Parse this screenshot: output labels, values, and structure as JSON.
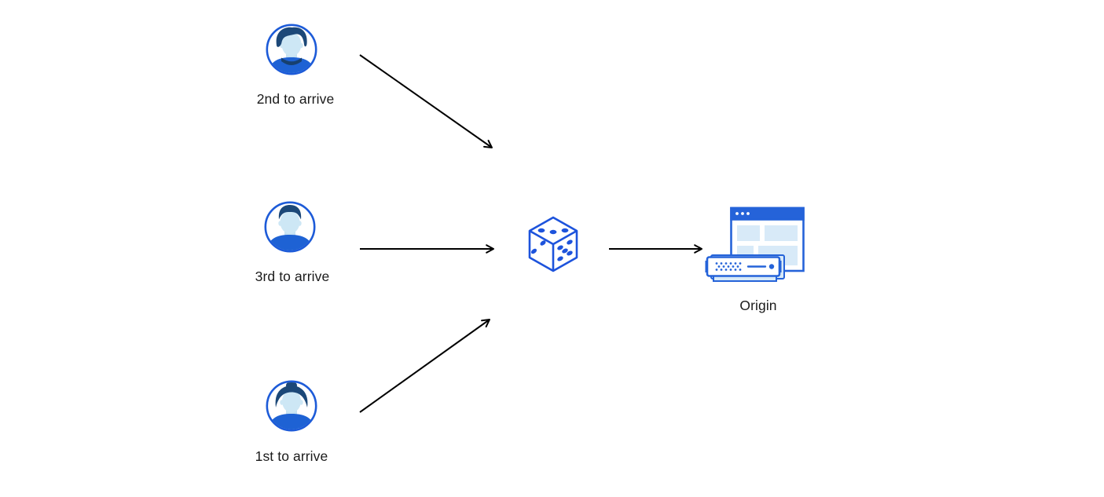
{
  "diagram": {
    "type": "flow",
    "actors": [
      {
        "label": "2nd to arrive",
        "icon": "man-swept-hair-avatar-icon"
      },
      {
        "label": "3rd to arrive",
        "icon": "man-short-hair-avatar-icon"
      },
      {
        "label": "1st to arrive",
        "icon": "woman-bun-avatar-icon"
      }
    ],
    "router": {
      "icon": "dice-icon",
      "pips": {
        "top_face": 3,
        "left_face": 2,
        "right_face": 5
      }
    },
    "origin": {
      "label": "Origin",
      "icon": "browser-window-and-server-icon"
    },
    "edges": [
      {
        "from": "2nd to arrive",
        "to": "dice"
      },
      {
        "from": "3rd to arrive",
        "to": "dice"
      },
      {
        "from": "1st to arrive",
        "to": "dice"
      },
      {
        "from": "dice",
        "to": "Origin"
      }
    ],
    "colors": {
      "accent_blue": "#2057d9",
      "dice_blue": "#1d53dc",
      "dark_navy_hair": "#1c4878",
      "face_light_blue": "#cde7f5",
      "panel_light_blue": "#d8eaf8",
      "shirt_blue": "#1e62d4",
      "arrow_black": "#000000",
      "text": "#1a1a1a",
      "background": "#ffffff"
    }
  }
}
